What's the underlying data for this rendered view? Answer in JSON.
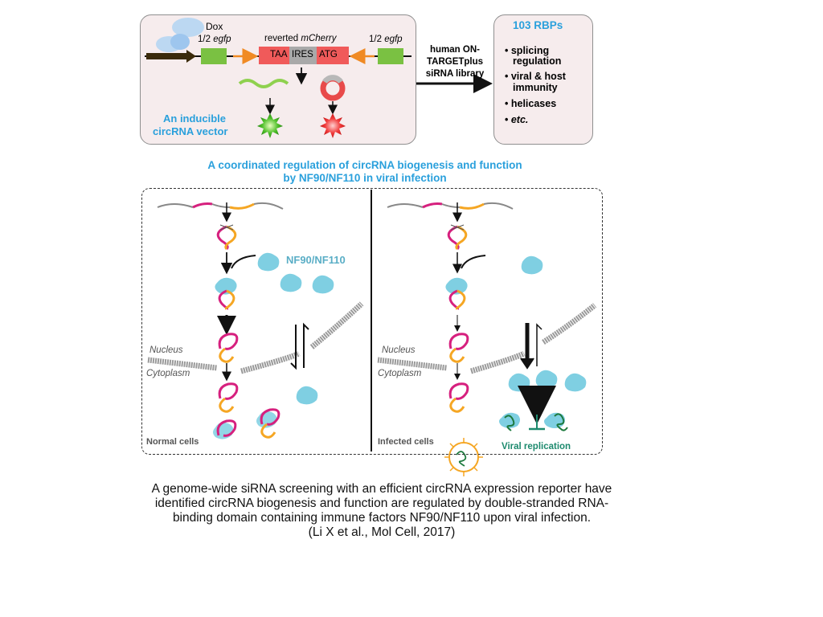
{
  "vector": {
    "dox": "Dox",
    "egfp_left_prefix": "1/2 ",
    "egfp_left_name": "egfp",
    "reverted_prefix": "reverted ",
    "reverted_name": "mCherry",
    "taa": "TAA",
    "ires": "IRES",
    "atg": "ATG",
    "egfp_right_prefix": "1/2 ",
    "egfp_right_name": "egfp",
    "label_line1": "An inducible",
    "label_line2": "circRNA vector"
  },
  "library": {
    "line1": "human ON-",
    "line2": "TARGETplus",
    "line3": "siRNA library"
  },
  "rbps": {
    "title": "103 RBPs",
    "items": [
      "splicing",
      "regulation",
      "viral & host",
      "immunity",
      "helicases",
      "etc."
    ]
  },
  "headline": {
    "line1": "A coordinated regulation of circRNA biogenesis and function",
    "line2": "by NF90/NF110 in viral infection"
  },
  "panel_left": {
    "protein_label": "NF90/NF110",
    "nucleus": "Nucleus",
    "cytoplasm": "Cytoplasm",
    "cells_label": "Normal cells"
  },
  "panel_right": {
    "nucleus": "Nucleus",
    "cytoplasm": "Cytoplasm",
    "cells_label": "Infected cells",
    "viral_label": "Viral replication"
  },
  "caption": {
    "line1": "A genome-wide siRNA screening with an efficient circRNA expression reporter have",
    "line2": "identified circRNA biogenesis and function are regulated by double-stranded RNA-",
    "line3": "binding domain containing immune factors NF90/NF110 upon viral infection.",
    "line4": "(Li X et al., Mol Cell, 2017)"
  },
  "colors": {
    "blue_text": "#2aa0dc",
    "protein": "#7fcfe2",
    "magenta": "#d6207e",
    "orange": "#f5a623",
    "green": "#6bbf3a",
    "red": "#e8383d",
    "teal": "#1d8a6e"
  }
}
